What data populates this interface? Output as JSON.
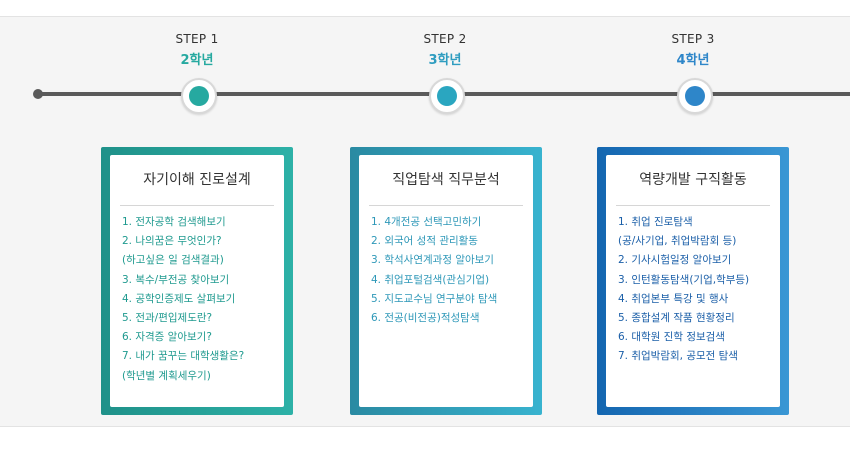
{
  "colors": {
    "teal": "#26a9a0",
    "cyan": "#2f9dc0",
    "blue": "#2e86c9",
    "timeline": "#5a5a5a"
  },
  "steps": [
    {
      "label": "STEP 1",
      "grade": "2학년",
      "title": "자기이해 진로설계",
      "items": [
        "1. 전자공학 검색해보기",
        "2. 나의꿈은 무엇인가?",
        "(하고싶은 일 검색결과)",
        "3. 복수/부전공 찾아보기",
        "4. 공학인증제도 살펴보기",
        "5. 전과/편입제도란?",
        "6. 자격증 알아보기?",
        "7. 내가 꿈꾸는 대학생활은?",
        "(학년별 계획세우기)"
      ]
    },
    {
      "label": "STEP 2",
      "grade": "3학년",
      "title": "직업탐색 직무분석",
      "items": [
        "1. 4개전공 선택고민하기",
        "2. 외국어 성적 관리활동",
        "3. 학석사연계과정 알아보기",
        "4. 취업포털검색(관심기업)",
        "5. 지도교수님 연구분야 탐색",
        "6. 전공(비전공)적성탐색"
      ]
    },
    {
      "label": "STEP 3",
      "grade": "4학년",
      "title": "역량개발 구직활동",
      "items": [
        "1. 취업 진로탐색",
        "(공/사기업, 취업박람회 등)",
        "2. 기사시험일정 알아보기",
        "3. 인턴활동탐색(기업,학부등)",
        "4. 취업본부 특강 및 행사",
        "5. 종합설계 작품 현황정리",
        "6. 대학원 진학 정보검색",
        "7. 취업박람회, 공모전 탐색"
      ]
    }
  ]
}
